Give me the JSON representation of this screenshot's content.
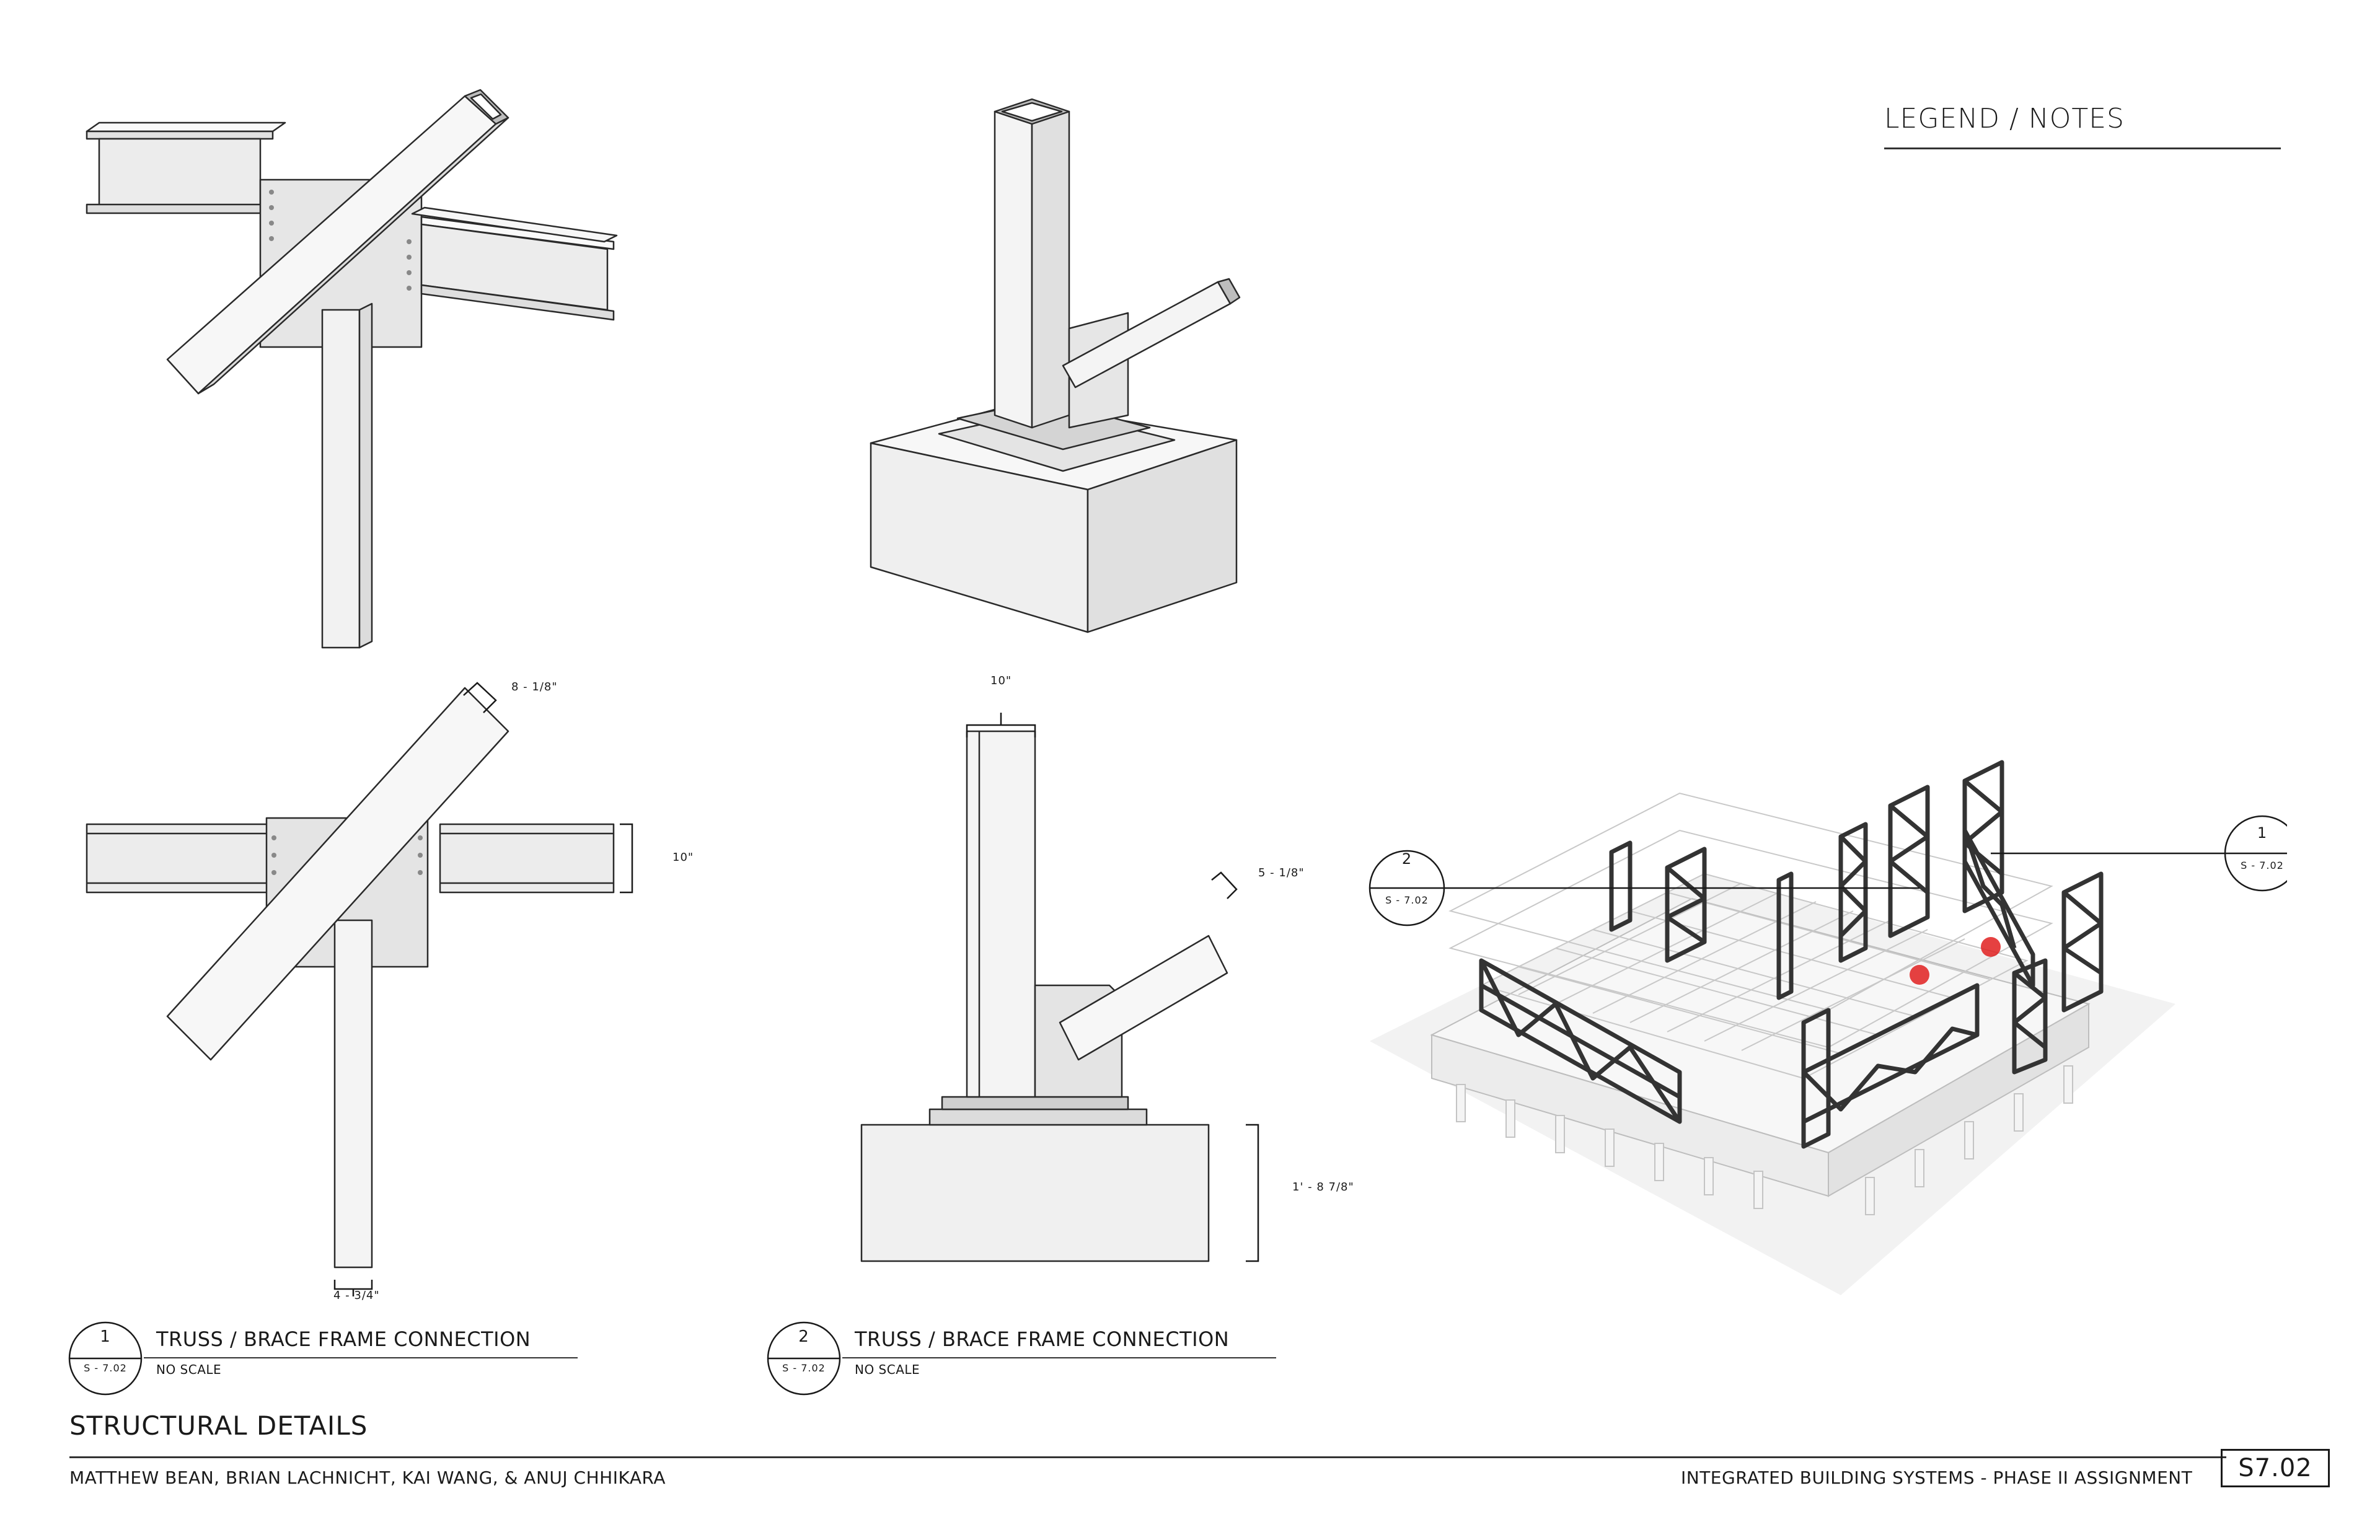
{
  "legend": {
    "title": "LEGEND / NOTES"
  },
  "details": [
    {
      "number": "1",
      "sheet": "S - 7.02",
      "title": "TRUSS / BRACE FRAME CONNECTION",
      "scale": "NO SCALE"
    },
    {
      "number": "2",
      "sheet": "S - 7.02",
      "title": "TRUSS / BRACE FRAME CONNECTION",
      "scale": "NO SCALE"
    }
  ],
  "dimensions": {
    "d1_brace": "8 - 1/8\"",
    "d1_beam": "10\"",
    "d1_column": "4 - 3/4\"",
    "d2_column": "10\"",
    "d2_brace": "5 - 1/8\"",
    "d2_footing": "1' - 8 7/8\""
  },
  "callouts": [
    {
      "number": "2",
      "sheet": "S - 7.02"
    },
    {
      "number": "1",
      "sheet": "S - 7.02"
    }
  ],
  "highlight_color": "#e02020",
  "sheet": {
    "title": "STRUCTURAL DETAILS",
    "authors": "MATTHEW BEAN, BRIAN LACHNICHT, KAI WANG, & ANUJ CHHIKARA",
    "project": "INTEGRATED BUILDING SYSTEMS - PHASE II ASSIGNMENT",
    "number": "S7.02"
  }
}
